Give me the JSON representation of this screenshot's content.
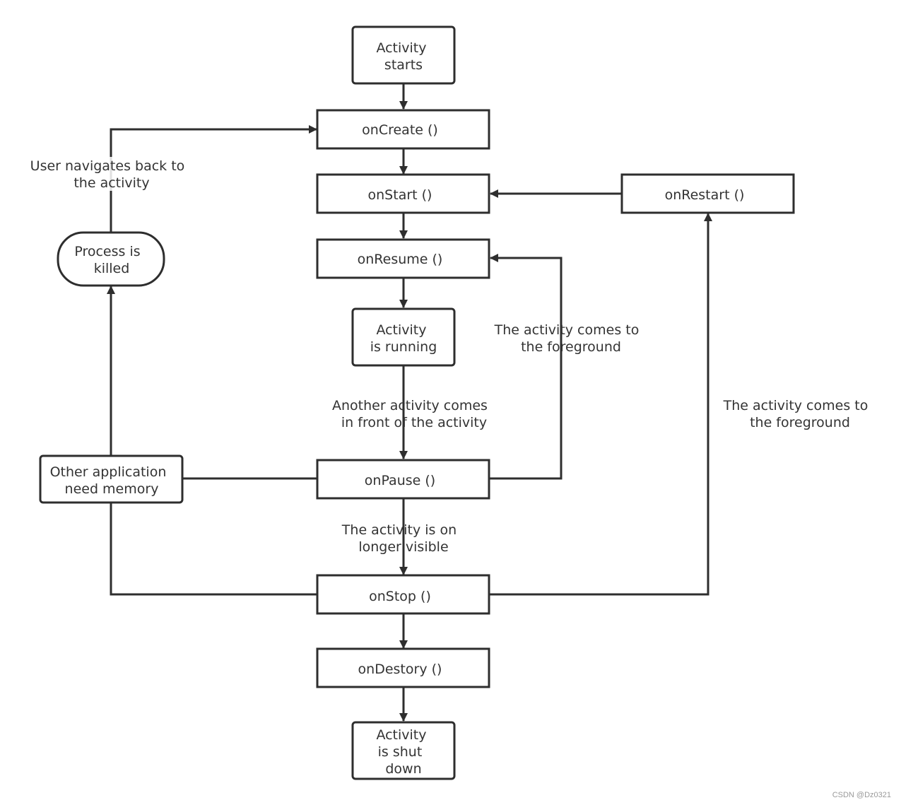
{
  "nodes": {
    "activity_starts": {
      "label": [
        "Activity",
        "starts"
      ]
    },
    "on_create": {
      "label": [
        "onCreate  ()"
      ]
    },
    "on_start": {
      "label": [
        "onStart  ()"
      ]
    },
    "on_restart": {
      "label": [
        "onRestart  ()"
      ]
    },
    "on_resume": {
      "label": [
        "onResume  ()"
      ]
    },
    "activity_running": {
      "label": [
        "Activity",
        "is running"
      ]
    },
    "process_killed": {
      "label": [
        "Process is",
        "killed"
      ]
    },
    "other_app": {
      "label": [
        "Other application",
        "need memory"
      ]
    },
    "on_pause": {
      "label": [
        "onPause  ()"
      ]
    },
    "on_stop": {
      "label": [
        "onStop  ()"
      ]
    },
    "on_destroy": {
      "label": [
        "onDestory  ()"
      ]
    },
    "activity_shutdown": {
      "label": [
        "Activity",
        "is shut",
        "down"
      ]
    }
  },
  "edge_labels": {
    "user_navigates_back": [
      "User navigates back to",
      "the activity"
    ],
    "resume_foreground": [
      "The activity comes to",
      "the foreground"
    ],
    "another_activity": [
      "Another activity comes",
      "in front of the activity"
    ],
    "restart_foreground": [
      "The activity comes to",
      "the foreground"
    ],
    "no_longer_visible": [
      "The activity is on",
      "longer visible"
    ]
  },
  "watermark": "CSDN @Dz0321"
}
